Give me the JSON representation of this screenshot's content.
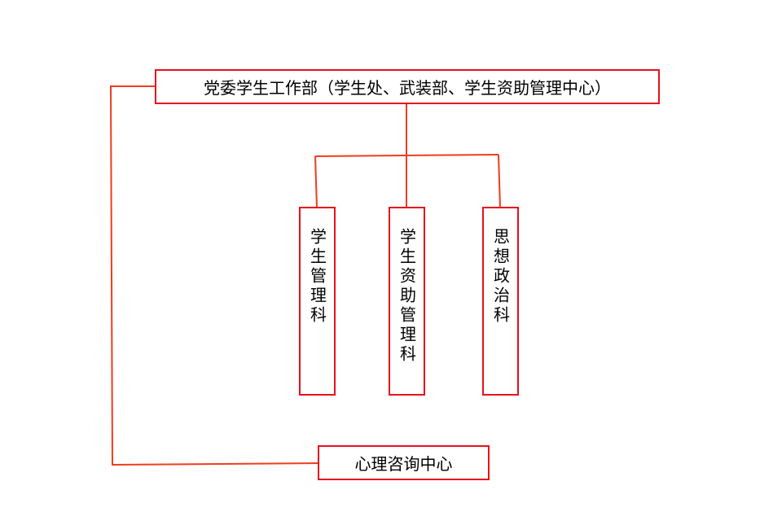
{
  "top": {
    "label": "党委学生工作部（学生处、武装部、学生资助管理中心）"
  },
  "departments": [
    {
      "label": "学生管理科"
    },
    {
      "label": "学生资助管理科"
    },
    {
      "label": "思想政治科"
    }
  ],
  "bottom": {
    "label": "心理咨询中心"
  },
  "colors": {
    "box_border": "#e8101c",
    "connector": "#f03c1e"
  }
}
